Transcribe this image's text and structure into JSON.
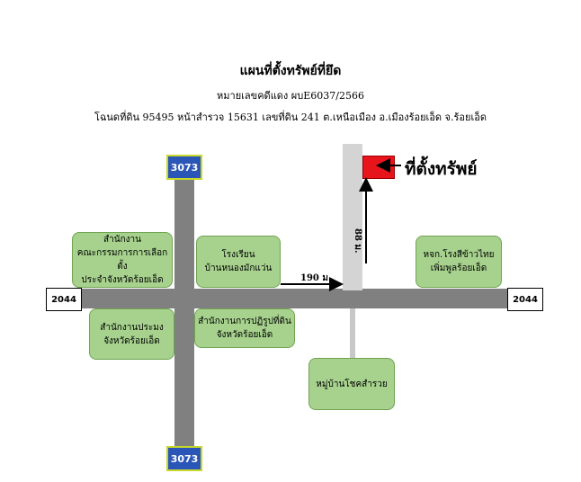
{
  "header": {
    "title": "แผนที่ตั้งทรัพย์ที่ยึด",
    "case_number": "หมายเลขคดีแดง ผบE6037/2566",
    "deed_info": "โฉนดที่ดิน 95495 หน้าสำรวจ 15631 เลขที่ดิน 241 ต.เหนือเมือง อ.เมืองร้อยเอ็ด จ.ร้อยเอ็ด"
  },
  "roads": {
    "route_top": "3073",
    "route_bottom": "3073",
    "route_left": "2044",
    "route_right": "2044"
  },
  "places": {
    "ect_line1": "สำนักงาน",
    "ect_line2": "คณะกรรมการการเลือกตั้ง",
    "ect_line3": "ประจำจังหวัดร้อยเอ็ด",
    "school_line1": "โรงเรียน",
    "school_line2": "บ้านหนองมักแว่น",
    "mill_line1": "หจก.โรงสีข้าวไทย",
    "mill_line2": "เพิ่มพูลร้อยเอ็ด",
    "fish_line1": "สำนักงานประมง",
    "fish_line2": "จังหวัดร้อยเอ็ด",
    "land_line1": "สำนักงานการปฏิรูปที่ดิน",
    "land_line2": "จังหวัดร้อยเอ็ด",
    "village": "หมู่บ้านโชคสำรวย"
  },
  "target": {
    "label": "ที่ตั้งทรัพย์",
    "color": "#e8141c"
  },
  "distances": {
    "horizontal": "190 ม.",
    "vertical": "88 ม."
  },
  "colors": {
    "road": "#808080",
    "place_fill": "#a7d28e",
    "route_shield": "#2a56b8"
  }
}
